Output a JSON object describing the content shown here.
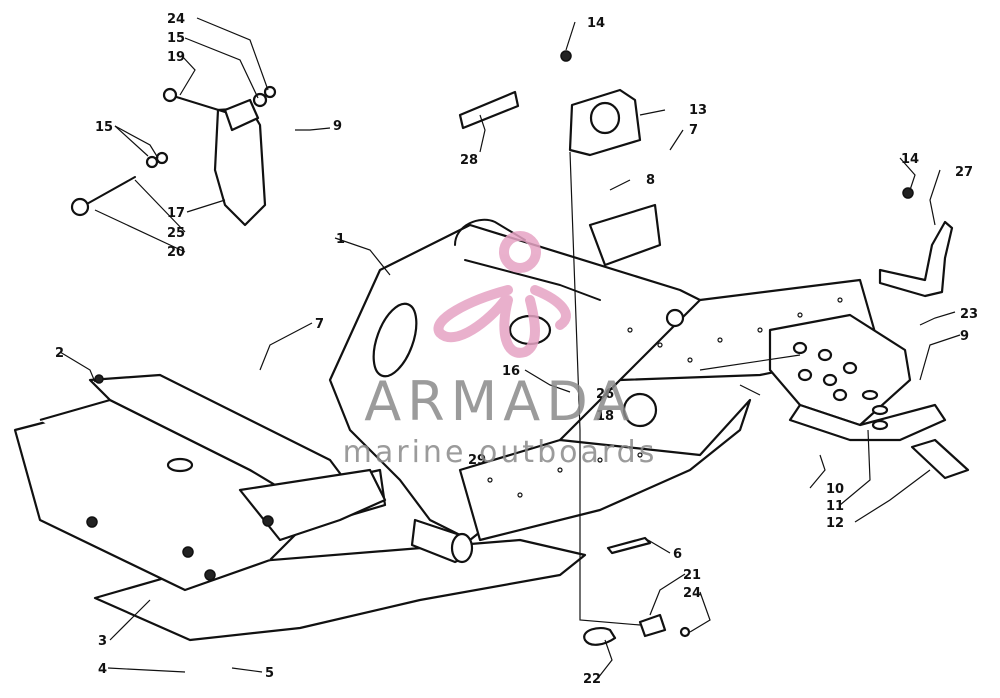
{
  "watermark": {
    "name": "ARMADA",
    "tagline": "marine outboards",
    "color": "#8a8a8a",
    "logo_color": "#e6a3c4"
  },
  "callouts": [
    "1",
    "2",
    "3",
    "4",
    "5",
    "6",
    "7",
    "7",
    "8",
    "9",
    "9",
    "10",
    "11",
    "12",
    "13",
    "14",
    "14",
    "15",
    "15",
    "16",
    "17",
    "18",
    "19",
    "20",
    "21",
    "22",
    "23",
    "24",
    "24",
    "25",
    "26",
    "27",
    "28",
    "29"
  ]
}
